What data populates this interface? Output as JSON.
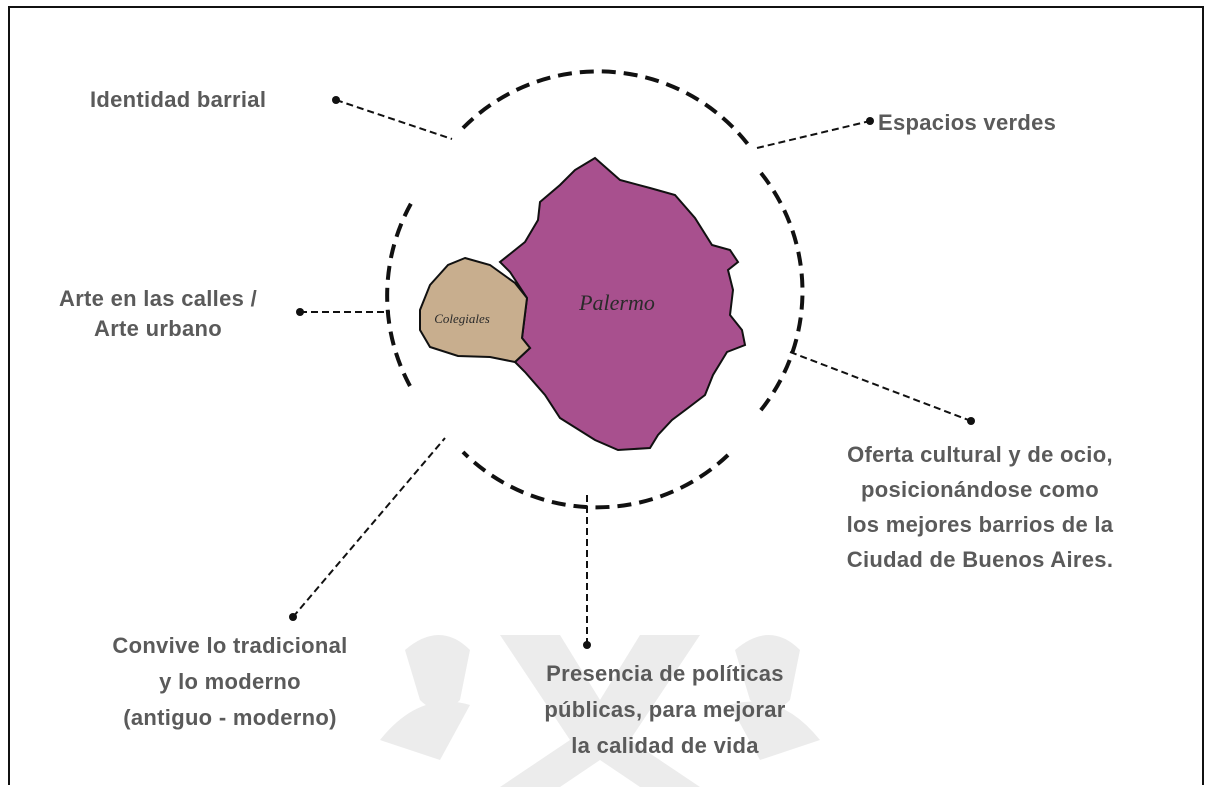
{
  "diagram": {
    "center": {
      "regions": [
        {
          "name": "Palermo",
          "color": "#a8508e"
        },
        {
          "name": "Colegiales",
          "color": "#c8ae8e"
        }
      ]
    },
    "labels": {
      "identidad": "Identidad barrial",
      "espacios": "Espacios verdes",
      "arte": [
        "Arte en las calles /",
        "Arte urbano"
      ],
      "oferta": [
        "Oferta cultural y de ocio,",
        "posicionándose como",
        "los mejores barrios de la",
        "Ciudad de Buenos Aires."
      ],
      "convive": [
        "Convive lo tradicional",
        "y lo moderno",
        "(antiguo - moderno)"
      ],
      "politicas": [
        "Presencia de políticas",
        "públicas, para mejorar",
        "la calidad de vida"
      ]
    },
    "colors": {
      "text": "#5a5a5a",
      "lines": "#111111",
      "palermo": "#a8508e",
      "colegiales": "#c8ae8e",
      "watermark": "#ececec"
    }
  }
}
